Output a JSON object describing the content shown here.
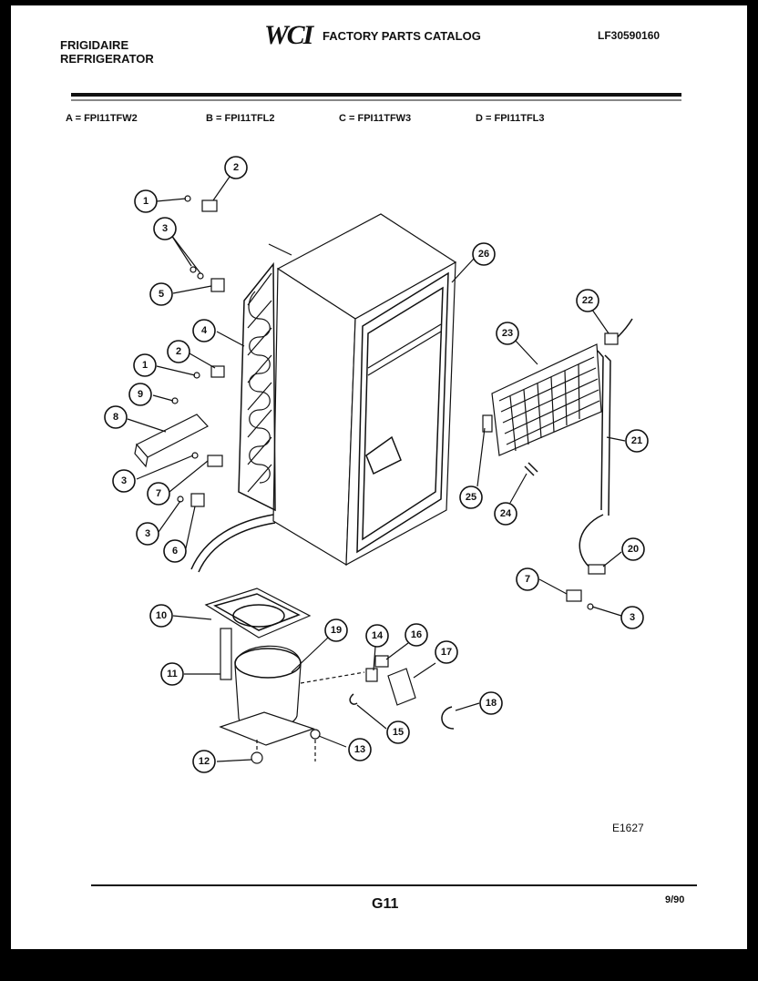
{
  "header": {
    "brand_line1": "FRIGIDAIRE",
    "brand_line2": "REFRIGERATOR",
    "logo_text": "WCI",
    "catalog_title": "FACTORY PARTS CATALOG",
    "catalog_number": "LF30590160"
  },
  "models": [
    {
      "label": "A = FPI11TFW2"
    },
    {
      "label": "B = FPI11TFL2"
    },
    {
      "label": "C = FPI11TFW3"
    },
    {
      "label": "D = FPI11TFL3"
    }
  ],
  "callouts": [
    "1",
    "2",
    "3",
    "5",
    "4",
    "2",
    "1",
    "9",
    "8",
    "3",
    "7",
    "3",
    "6",
    "26",
    "22",
    "23",
    "21",
    "25",
    "24",
    "20",
    "7",
    "3",
    "10",
    "19",
    "14",
    "16",
    "17",
    "11",
    "18",
    "15",
    "12",
    "13"
  ],
  "footer": {
    "figure_code": "E1627",
    "page_id": "G11",
    "date": "9/90"
  }
}
